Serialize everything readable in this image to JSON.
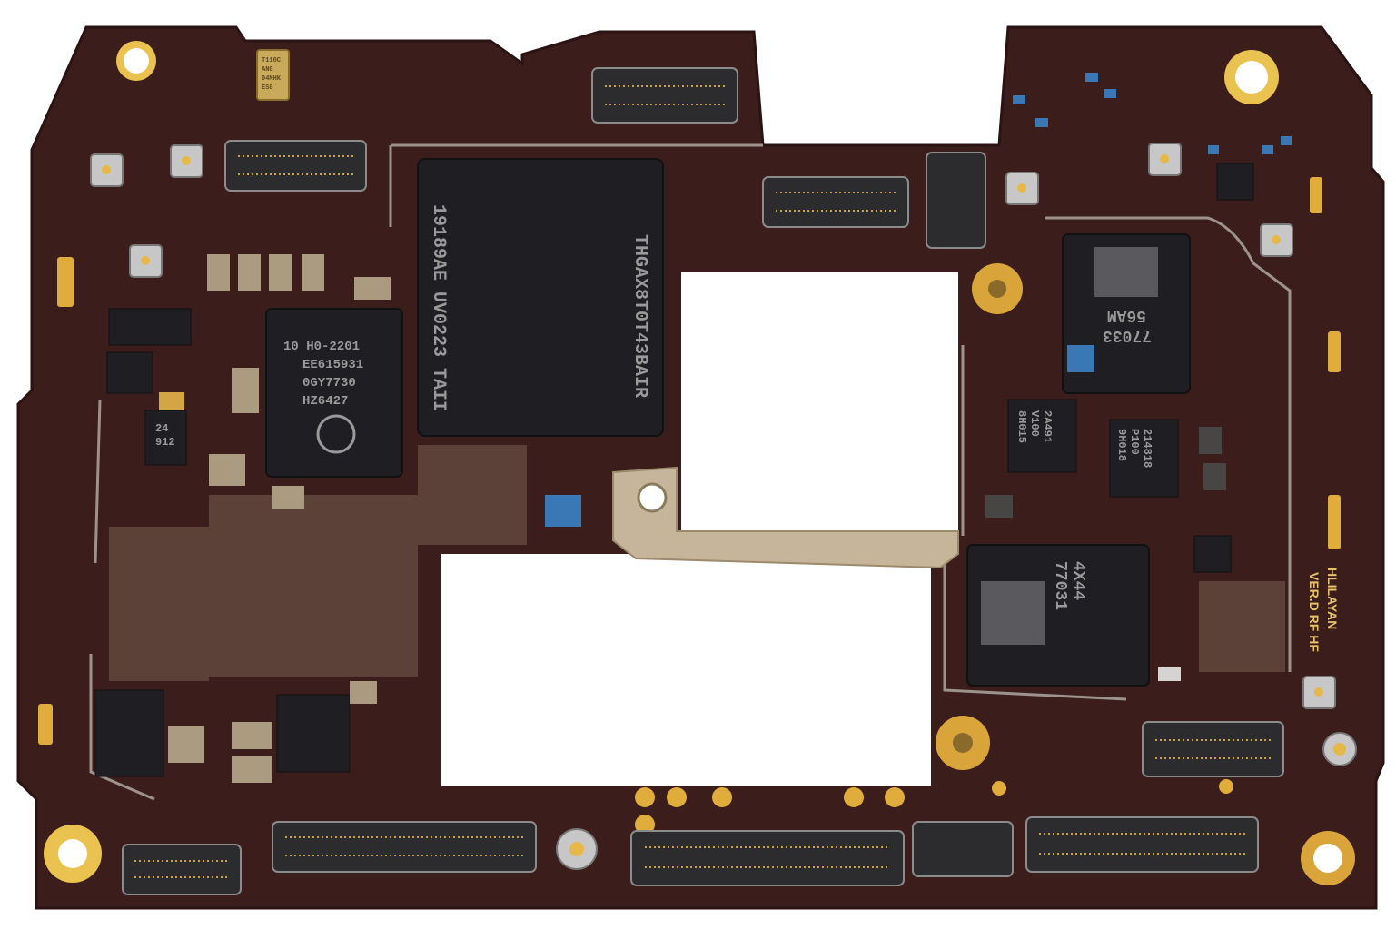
{
  "board": {
    "pcb_color": "#3b1d1c",
    "gold_color": "#d9a53a",
    "chip_color": "#1f1e22"
  },
  "chips": {
    "memory": {
      "lines": [
        "19189AE UV0223 TAII",
        "THGAX8T0T43BAIR"
      ]
    },
    "pmic": {
      "lines": [
        "10   H0-2201",
        "EE615931",
        "0GY7730",
        "HZ6427"
      ]
    },
    "rf_transceiver": {
      "lines": [
        "77033",
        "56AM"
      ]
    },
    "rf_frontend": {
      "lines": [
        "77031",
        "4X44"
      ]
    },
    "small_a": {
      "lines": [
        "24",
        "912"
      ]
    },
    "small_b": {
      "lines": [
        "8H015",
        "V100",
        "2A491"
      ]
    },
    "small_c": {
      "lines": [
        "9H018",
        "P100",
        "214818"
      ]
    }
  },
  "silkscreen": {
    "lines": [
      "HLILAYAN",
      "VER.D RF HF"
    ]
  },
  "crystal": {
    "lines": [
      "T110C",
      "ANG",
      "94MHK",
      "ES8"
    ]
  }
}
